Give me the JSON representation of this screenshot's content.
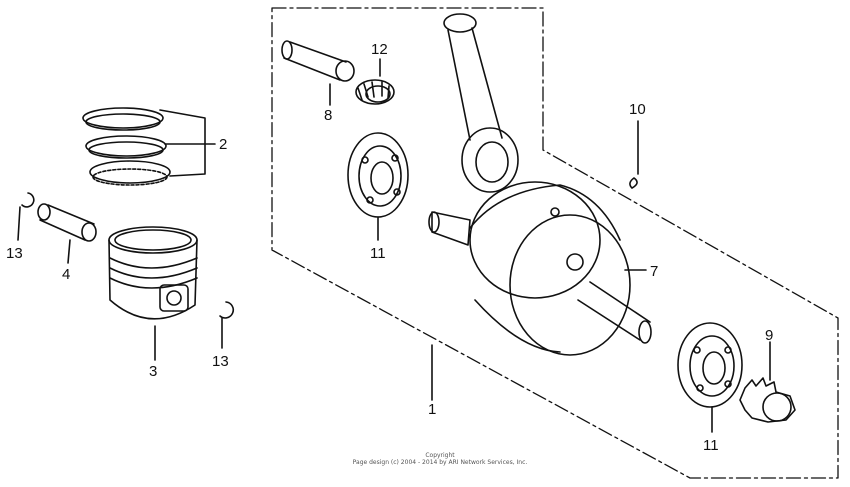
{
  "parts": [
    {
      "id": "p1",
      "label": "1"
    },
    {
      "id": "p2",
      "label": "2"
    },
    {
      "id": "p3",
      "label": "3"
    },
    {
      "id": "p4",
      "label": "4"
    },
    {
      "id": "p7",
      "label": "7"
    },
    {
      "id": "p8",
      "label": "8"
    },
    {
      "id": "p9",
      "label": "9"
    },
    {
      "id": "p10",
      "label": "10"
    },
    {
      "id": "p11a",
      "label": "11"
    },
    {
      "id": "p11b",
      "label": "11"
    },
    {
      "id": "p12",
      "label": "12"
    },
    {
      "id": "p13a",
      "label": "13"
    },
    {
      "id": "p13b",
      "label": "13"
    }
  ],
  "copyright": {
    "line1": "Copyright",
    "line2": "Page design (c) 2004 - 2014 by ARI Network Services, Inc."
  }
}
